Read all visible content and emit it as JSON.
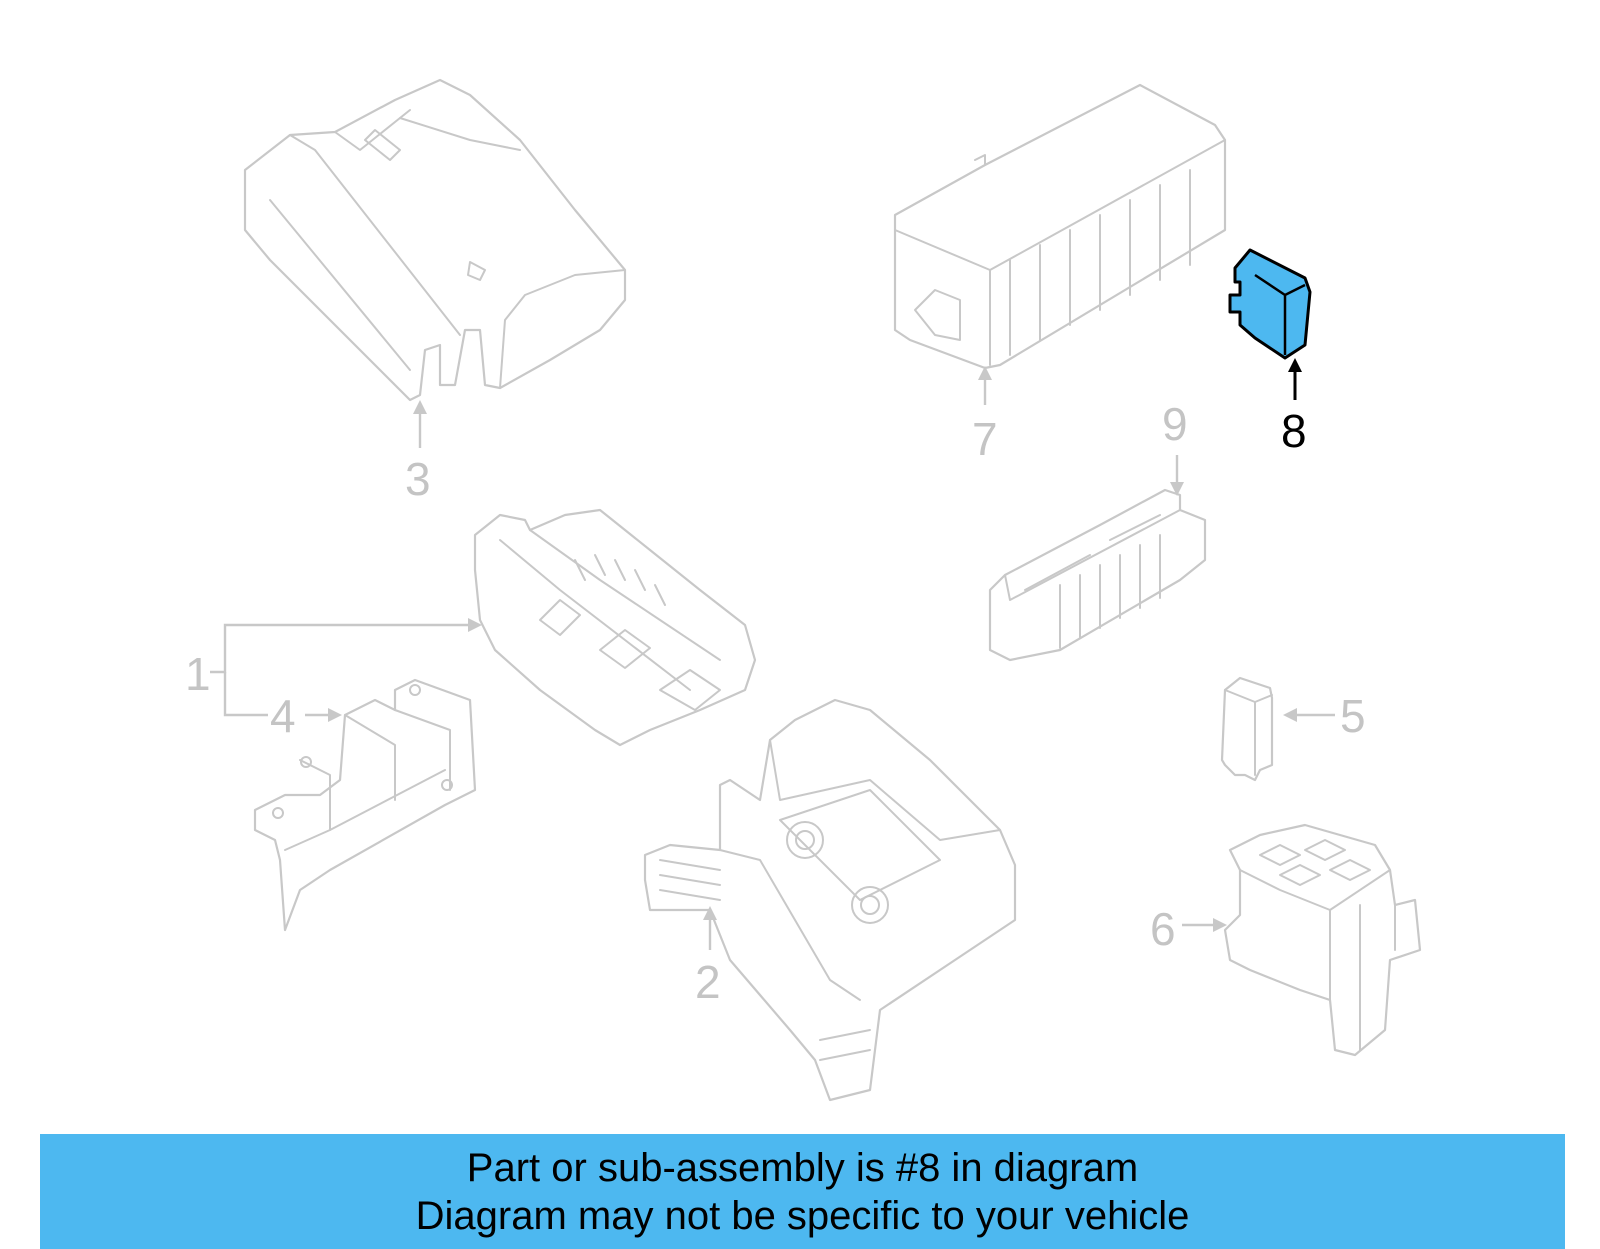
{
  "callouts": {
    "c1": "1",
    "c2": "2",
    "c3": "3",
    "c4": "4",
    "c5": "5",
    "c6": "6",
    "c7": "7",
    "c8": "8",
    "c9": "9"
  },
  "highlight_color": "#4db8f0",
  "banner": {
    "line1": "Part or sub-assembly is #8 in diagram",
    "line2": "Diagram may not be specific to your vehicle"
  }
}
